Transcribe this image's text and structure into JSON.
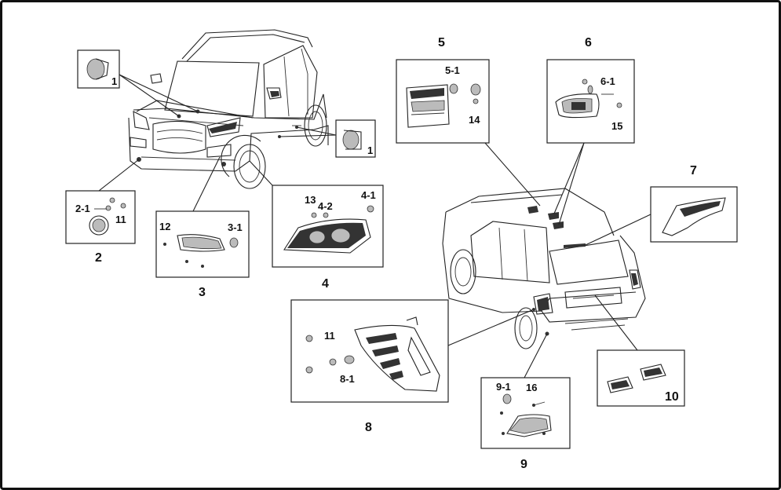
{
  "labels": {
    "c1a": "1",
    "c1b": "1",
    "c2": "2",
    "c2_1": "2-1",
    "c2_11": "11",
    "c3": "3",
    "c3_12": "12",
    "c3_1": "3-1",
    "c4": "4",
    "c4_13": "13",
    "c4_2": "4-2",
    "c4_1": "4-1",
    "c5": "5",
    "c5_1": "5-1",
    "c5_14": "14",
    "c6": "6",
    "c6_1": "6-1",
    "c6_15": "15",
    "c7": "7",
    "c8": "8",
    "c8_11": "11",
    "c8_1": "8-1",
    "c9": "9",
    "c9_1": "9-1",
    "c9_16": "16",
    "c10": "10"
  }
}
